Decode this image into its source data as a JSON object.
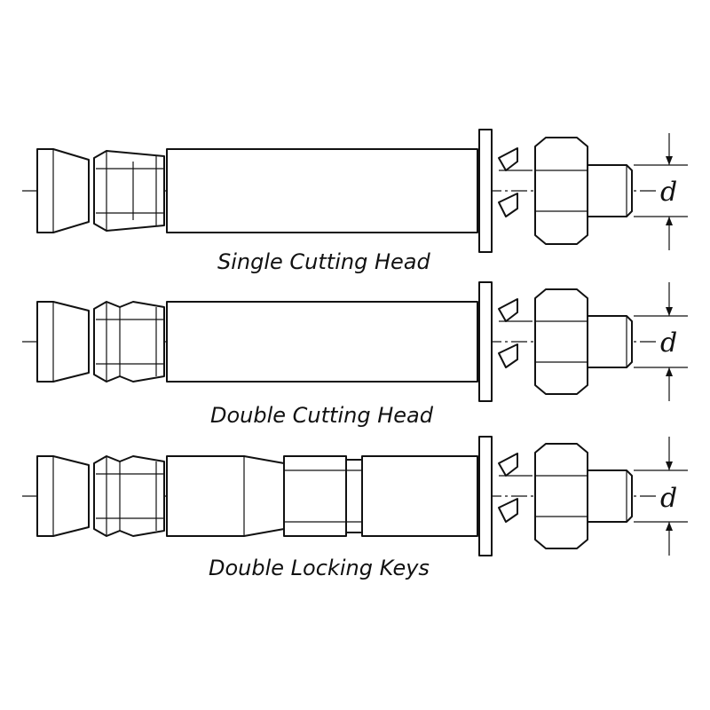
{
  "anchors": [
    {
      "caption": "Single Cutting Head",
      "dimension_label": "d",
      "cutting_heads": 1,
      "locking_keys": 0
    },
    {
      "caption": "Double Cutting Head",
      "dimension_label": "d",
      "cutting_heads": 2,
      "locking_keys": 0
    },
    {
      "caption": "Double Locking Keys",
      "dimension_label": "d",
      "cutting_heads": 2,
      "locking_keys": 2
    }
  ]
}
